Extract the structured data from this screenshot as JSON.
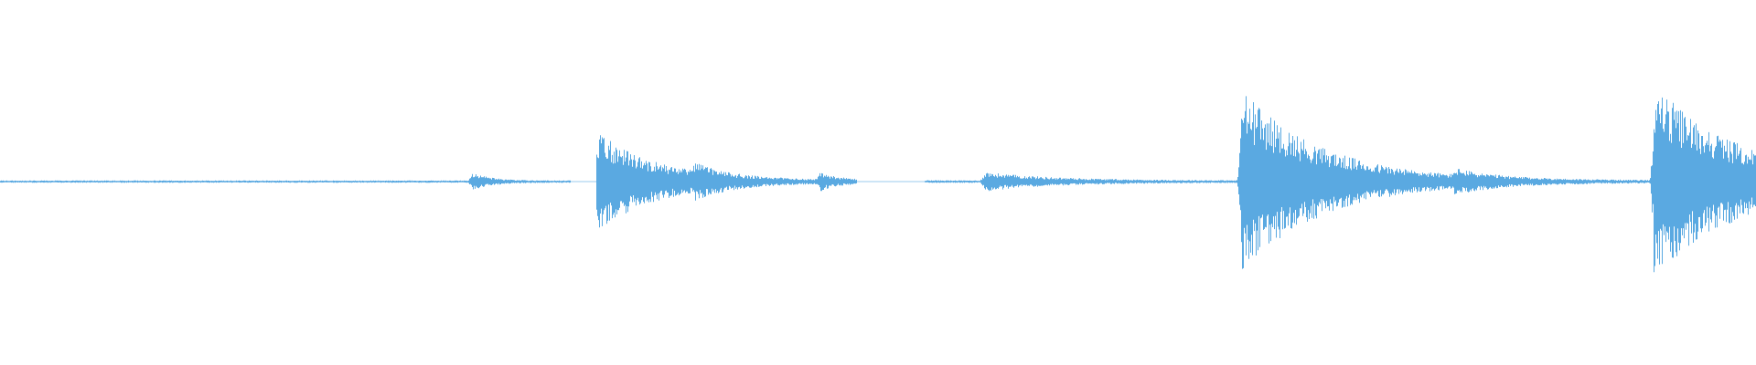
{
  "waveform": {
    "color": "#5aa9e1",
    "background": "#ffffff",
    "baseline_amplitude": 0.012,
    "events": [
      {
        "id": "tick-1",
        "peak": 0.09,
        "decay": 0.01
      },
      {
        "id": "burst-1",
        "peak": 0.52,
        "decay": 0.035
      },
      {
        "id": "echo-1",
        "peak": 0.1,
        "decay": 0.015
      },
      {
        "id": "echo-2",
        "peak": 0.08,
        "decay": 0.01
      },
      {
        "id": "swell-1",
        "peak": 0.09,
        "decay": 0.04
      },
      {
        "id": "burst-2",
        "peak": 0.96,
        "decay": 0.045
      },
      {
        "id": "echo-3",
        "peak": 0.07,
        "decay": 0.02
      },
      {
        "id": "burst-3",
        "peak": 1.0,
        "decay": 0.05
      }
    ],
    "gaps": [
      {
        "from": 0.3245,
        "to": 0.3395
      },
      {
        "from": 0.488,
        "to": 0.5265
      }
    ]
  }
}
